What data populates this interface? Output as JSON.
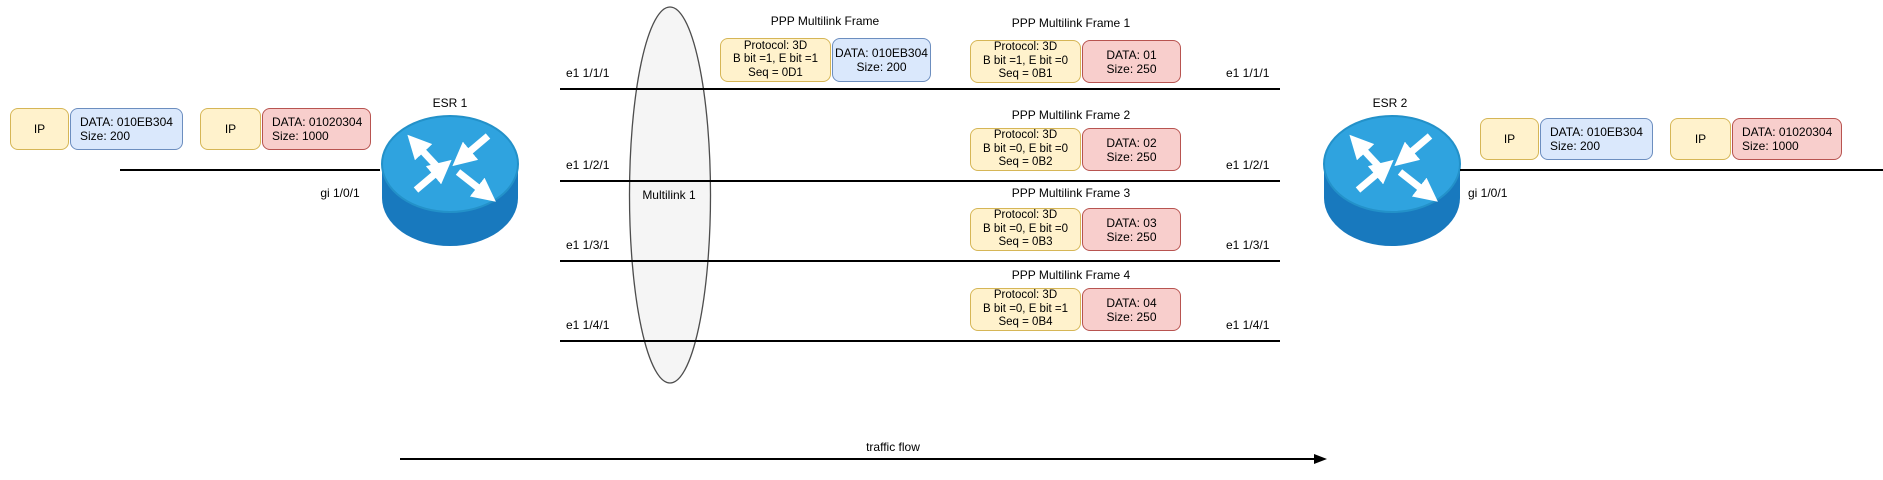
{
  "diagram": {
    "left_packets": [
      {
        "header": "IP",
        "data_line1": "DATA: 010EB304",
        "data_line2": "Size: 200"
      },
      {
        "header": "IP",
        "data_line1": "DATA: 01020304",
        "data_line2": "Size: 1000"
      }
    ],
    "right_packets": [
      {
        "header": "IP",
        "data_line1": "DATA: 010EB304",
        "data_line2": "Size: 200"
      },
      {
        "header": "IP",
        "data_line1": "DATA: 01020304",
        "data_line2": "Size: 1000"
      }
    ],
    "router_left": {
      "name": "ESR 1",
      "interface_label": "gi 1/0/1"
    },
    "router_right": {
      "name": "ESR 2",
      "interface_label": "gi 1/0/1"
    },
    "multilink_label": "Multilink 1",
    "links_left_labels": [
      "e1 1/1/1",
      "e1 1/2/1",
      "e1 1/3/1",
      "e1 1/4/1"
    ],
    "links_right_labels": [
      "e1 1/1/1",
      "e1 1/2/1",
      "e1 1/3/1",
      "e1 1/4/1"
    ],
    "tx_frame": {
      "title": "PPP Multilink Frame",
      "proto_line1": "Protocol: 3D",
      "proto_line2": "B bit =1, E bit =1",
      "proto_line3": "Seq = 0D1",
      "data_line1": "DATA: 010EB304",
      "data_line2": "Size: 200"
    },
    "fragment_frames": [
      {
        "title": "PPP Multilink Frame 1",
        "proto_line1": "Protocol: 3D",
        "proto_line2": "B bit =1, E bit =0",
        "proto_line3": "Seq = 0B1",
        "data_line1": "DATA: 01",
        "data_line2": "Size: 250"
      },
      {
        "title": "PPP Multilink Frame 2",
        "proto_line1": "Protocol: 3D",
        "proto_line2": "B bit =0, E bit =0",
        "proto_line3": "Seq = 0B2",
        "data_line1": "DATA: 02",
        "data_line2": "Size: 250"
      },
      {
        "title": "PPP Multilink Frame 3",
        "proto_line1": "Protocol: 3D",
        "proto_line2": "B bit =0, E bit =0",
        "proto_line3": "Seq = 0B3",
        "data_line1": "DATA: 03",
        "data_line2": "Size: 250"
      },
      {
        "title": "PPP Multilink Frame 4",
        "proto_line1": "Protocol: 3D",
        "proto_line2": "B bit =0, E bit =1",
        "proto_line3": "Seq = 0B4",
        "data_line1": "DATA: 04",
        "data_line2": "Size: 250"
      }
    ],
    "traffic_flow_label": "traffic flow",
    "colors": {
      "yellow_fill": "#FFF2CC",
      "yellow_stroke": "#D6B656",
      "blue_fill": "#DAE8FC",
      "blue_stroke": "#6C8EBF",
      "red_fill": "#F8CECC",
      "red_stroke": "#B85450",
      "router_top": "#2FA3DF",
      "router_body": "#1879BE",
      "ellipse_fill": "#F5F5F5"
    }
  }
}
